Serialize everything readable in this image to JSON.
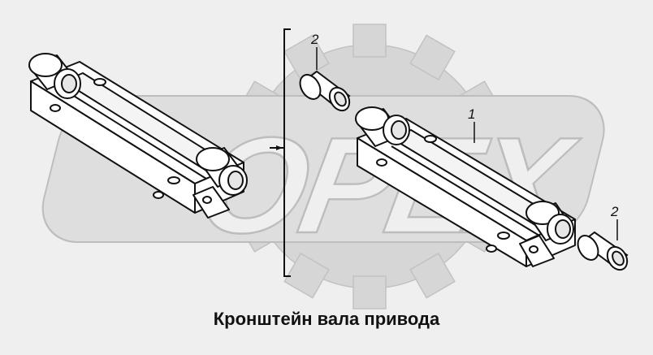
{
  "caption": "Кронштейн вала привода",
  "watermark_text": "OPEX",
  "colors": {
    "background": "#efefef",
    "watermark": "#d2d2d2",
    "watermark_outline": "#bdbdbd",
    "line": "#111111"
  },
  "callouts": {
    "bracket_part": "1",
    "bushing_upper": "2",
    "bushing_lower": "2"
  }
}
